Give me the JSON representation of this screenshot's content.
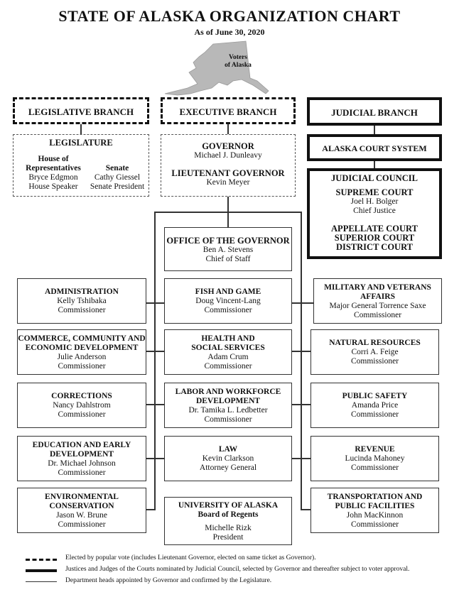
{
  "header": {
    "title": "STATE OF ALASKA ORGANIZATION CHART",
    "subtitle": "As of June 30, 2020",
    "map_label_line1": "Voters",
    "map_label_line2": "of Alaska"
  },
  "branches": {
    "legislative": "LEGISLATIVE BRANCH",
    "executive": "EXECUTIVE BRANCH",
    "judicial": "JUDICIAL BRANCH"
  },
  "legislature": {
    "title": "LEGISLATURE",
    "house": {
      "heading_line1": "House of",
      "heading_line2": "Representatives",
      "name": "Bryce Edgmon",
      "role": "House Speaker"
    },
    "senate": {
      "heading": "Senate",
      "name": "Cathy Giessel",
      "role": "Senate President"
    }
  },
  "executive": {
    "governor_title": "GOVERNOR",
    "governor_name": "Michael J. Dunleavy",
    "lt_governor_title": "LIEUTENANT GOVERNOR",
    "lt_governor_name": "Kevin Meyer"
  },
  "judicial": {
    "court_system": "ALASKA COURT SYSTEM",
    "council": "JUDICIAL COUNCIL",
    "supreme_court": "SUPREME COURT",
    "chief_justice_name": "Joel H. Bolger",
    "chief_justice_title": "Chief Justice",
    "appellate": "APPELLATE COURT",
    "superior": "SUPERIOR COURT",
    "district": "DISTRICT COURT"
  },
  "office_of_governor": {
    "title": "OFFICE OF THE GOVERNOR",
    "name": "Ben A. Stevens",
    "role": "Chief of Staff"
  },
  "departments": {
    "administration": {
      "l1": "ADMINISTRATION",
      "name": "Kelly Tshibaka",
      "role": "Commissioner"
    },
    "commerce": {
      "l1": "COMMERCE, COMMUNITY AND",
      "l2": "ECONOMIC DEVELOPMENT",
      "name": "Julie Anderson",
      "role": "Commissioner"
    },
    "corrections": {
      "l1": "CORRECTIONS",
      "name": "Nancy Dahlstrom",
      "role": "Commissioner"
    },
    "education": {
      "l1": "EDUCATION AND EARLY",
      "l2": "DEVELOPMENT",
      "name": "Dr. Michael Johnson",
      "role": "Commissioner"
    },
    "environmental": {
      "l1": "ENVIRONMENTAL",
      "l2": "CONSERVATION",
      "name": "Jason W. Brune",
      "role": "Commissioner"
    },
    "fish_game": {
      "l1": "FISH AND GAME",
      "name": "Doug Vincent-Lang",
      "role": "Commissioner"
    },
    "health": {
      "l1": "HEALTH AND",
      "l2": "SOCIAL SERVICES",
      "name": "Adam Crum",
      "role": "Commissioner"
    },
    "labor": {
      "l1": "LABOR AND WORKFORCE",
      "l2": "DEVELOPMENT",
      "name": "Dr. Tamika L. Ledbetter",
      "role": "Commissioner"
    },
    "law": {
      "l1": "LAW",
      "name": "Kevin Clarkson",
      "role": "Attorney General"
    },
    "university": {
      "l1": "UNIVERSITY OF ALASKA",
      "l2": "Board of Regents",
      "name": "Michelle Rizk",
      "role": "President"
    },
    "military": {
      "l1": "MILITARY AND VETERANS",
      "l2": "AFFAIRS",
      "name": "Major General Torrence Saxe",
      "role": "Commissioner"
    },
    "natural": {
      "l1": "NATURAL RESOURCES",
      "name": "Corri A. Feige",
      "role": "Commissioner"
    },
    "public_safety": {
      "l1": "PUBLIC SAFETY",
      "name": "Amanda Price",
      "role": "Commissioner"
    },
    "revenue": {
      "l1": "REVENUE",
      "name": "Lucinda Mahoney",
      "role": "Commissioner"
    },
    "transportation": {
      "l1": "TRANSPORTATION AND",
      "l2": "PUBLIC FACILITIES",
      "name": "John MacKinnon",
      "role": "Commissioner"
    }
  },
  "legend": {
    "dashed": "Elected by popular vote (includes Lieutenant Governor, elected on same ticket as Governor).",
    "thick": "Justices and Judges of the Courts nominated by Judicial Council, selected by Governor and thereafter subject to voter approval.",
    "thin": "Department heads appointed by Governor and confirmed by the Legislature."
  }
}
